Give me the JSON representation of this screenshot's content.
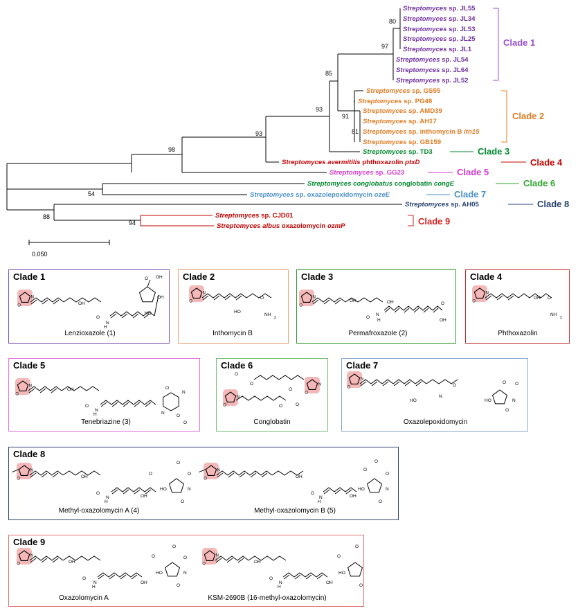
{
  "tree": {
    "leaves": [
      {
        "genus": "Streptomyces",
        "rest": " sp. JL55",
        "color": "#7030a0"
      },
      {
        "genus": "Streptomyces",
        "rest": " sp. JL34",
        "color": "#7030a0"
      },
      {
        "genus": "Streptomyces",
        "rest": " sp. JL53",
        "color": "#7030a0"
      },
      {
        "genus": "Streptomyces",
        "rest": " sp. JL25",
        "color": "#7030a0"
      },
      {
        "genus": "Streptomyces",
        "rest": " sp. JL1",
        "color": "#7030a0"
      },
      {
        "genus": "Streptomyces",
        "rest": " sp. JL54",
        "color": "#7030a0"
      },
      {
        "genus": "Streptomyces",
        "rest": " sp. JL64",
        "color": "#7030a0"
      },
      {
        "genus": "Streptomyces",
        "rest": " sp. JL52",
        "color": "#7030a0"
      },
      {
        "genus": "Streptomyces",
        "rest": " sp. GS55",
        "color": "#e07b22"
      },
      {
        "genus": "Streptomyces",
        "rest": " sp. PG48",
        "color": "#e07b22"
      },
      {
        "genus": "Streptomyces",
        "rest": " sp. AMD39",
        "color": "#e07b22"
      },
      {
        "genus": "Streptomyces",
        "rest": " sp. AH17",
        "color": "#e07b22"
      },
      {
        "genus": "Streptomyces",
        "rest": " sp. inthomycin B ",
        "gene": "itn15",
        "color": "#e07b22"
      },
      {
        "genus": "Streptomyces",
        "rest": " sp. GB159",
        "color": "#e07b22"
      },
      {
        "genus": "Streptomyces",
        "rest": " sp. TD3",
        "color": "#00882e"
      },
      {
        "genus": "Streptomyces avermitilis",
        "rest": " phthoxazolin ",
        "gene": "ptxD",
        "color": "#c00000"
      },
      {
        "genus": "Streptomyces",
        "rest": " sp. GG23",
        "color": "#d63ad0"
      },
      {
        "genus": "Streptomyces conglobatus",
        "rest": " conglobatin ",
        "gene": "congE",
        "color": "#00882e"
      },
      {
        "genus": "Streptomyces",
        "rest": " sp. oxazolepoxidomycin ",
        "gene": "ozeE",
        "color": "#4a8fc8"
      },
      {
        "genus": "Streptomyces",
        "rest": " sp. AH05",
        "color": "#24406e"
      },
      {
        "genus": "Streptomyces",
        "rest": " sp. CJD01",
        "color": "#c00000"
      },
      {
        "genus": "Streptomyces albus",
        "rest": " oxazolomycin ",
        "gene": "ozmP",
        "color": "#c00000"
      }
    ],
    "bootstraps": [
      "80",
      "97",
      "85",
      "91",
      "81",
      "93",
      "93",
      "98",
      "54",
      "88",
      "94"
    ],
    "scale": "0.050",
    "clade_tags": [
      {
        "label": "Clade 1",
        "color": "#9b4fd0"
      },
      {
        "label": "Clade 2",
        "color": "#e07b22"
      },
      {
        "label": "Clade 3",
        "color": "#00882e"
      },
      {
        "label": "Clade 4",
        "color": "#c00000"
      },
      {
        "label": "Clade 5",
        "color": "#d63ad0"
      },
      {
        "label": "Clade 6",
        "color": "#2ea62e"
      },
      {
        "label": "Clade 7",
        "color": "#4a8fc8"
      },
      {
        "label": "Clade 8",
        "color": "#24406e"
      },
      {
        "label": "Clade 9",
        "color": "#d62020"
      }
    ]
  },
  "panels": [
    {
      "title": "Clade 1",
      "border": "#7c4fb0",
      "compounds": [
        "Lenzioxazole (1)"
      ]
    },
    {
      "title": "Clade 2",
      "border": "#e8a070",
      "compounds": [
        "Inthomycin B"
      ]
    },
    {
      "title": "Clade 3",
      "border": "#2e9a2e",
      "compounds": [
        "Permafroxazole (2)"
      ]
    },
    {
      "title": "Clade 4",
      "border": "#c03030",
      "compounds": [
        "Phthoxazolin"
      ]
    },
    {
      "title": "Clade 5",
      "border": "#e070e0",
      "compounds": [
        "Tenebriazine (3)"
      ]
    },
    {
      "title": "Clade 6",
      "border": "#70c070",
      "compounds": [
        "Conglobatin"
      ]
    },
    {
      "title": "Clade 7",
      "border": "#8aa8d0",
      "compounds": [
        "Oxazolepoxidomycin"
      ]
    },
    {
      "title": "Clade 8",
      "border": "#2e4070",
      "compounds": [
        "Methyl-oxazolomycin A (4)",
        "Methyl-oxazolomycin B (5)"
      ]
    },
    {
      "title": "Clade 9",
      "border": "#e07070",
      "compounds": [
        "Oxazolomycin A",
        "KSM-2690B (16-methyl-oxazolomycin)"
      ]
    }
  ]
}
